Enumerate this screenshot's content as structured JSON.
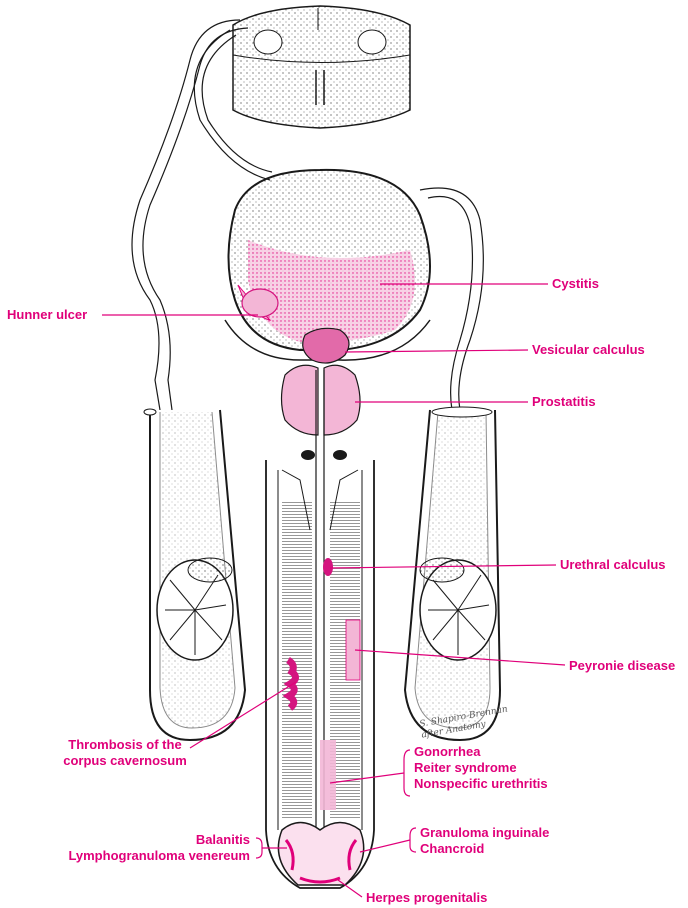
{
  "colors": {
    "accent": "#e0007a",
    "ink": "#1a1a1a",
    "pink_fill": "#f3b6d6",
    "pink_dark": "#d4157f"
  },
  "labels": {
    "cystitis": "Cystitis",
    "hunner_ulcer": "Hunner ulcer",
    "vesicular_calculus": "Vesicular calculus",
    "prostatitis": "Prostatitis",
    "urethral_calculus": "Urethral calculus",
    "peyronie_disease": "Peyronie disease",
    "thrombosis_line1": "Thrombosis of the",
    "thrombosis_line2": "corpus cavernosum",
    "gonorrhea": "Gonorrhea",
    "reiter_syndrome": "Reiter syndrome",
    "nonspecific_urethritis": "Nonspecific urethritis",
    "balanitis": "Balanitis",
    "lymphogranuloma_venereum": "Lymphogranuloma venereum",
    "granuloma_inguinale": "Granuloma inguinale",
    "chancroid": "Chancroid",
    "herpes_progenitalis": "Herpes progenitalis"
  },
  "signature": {
    "line1": "S. Shapiro-Brennan",
    "line2": "after Anatomy"
  }
}
